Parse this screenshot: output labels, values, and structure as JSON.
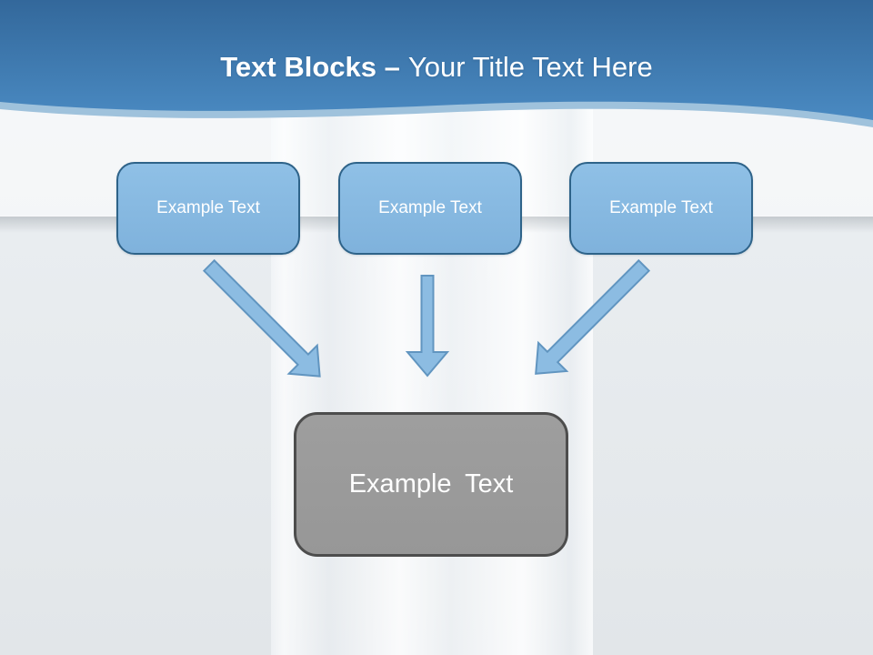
{
  "slide": {
    "title_strong": "Text Blocks –",
    "title_light": "Your Title Text Here"
  },
  "diagram": {
    "source_boxes": [
      {
        "label": "Example Text"
      },
      {
        "label": "Example Text"
      },
      {
        "label": "Example Text"
      }
    ],
    "arrows": [
      {
        "name": "down-right-arrow"
      },
      {
        "name": "down-arrow"
      },
      {
        "name": "down-left-arrow"
      }
    ],
    "target_box": {
      "label": "Example Text"
    }
  },
  "colors": {
    "header_top": "#33689B",
    "header_bottom": "#4A8AC2",
    "header_stripe": "#9FC2DC",
    "box_fill": "#7FB2DC",
    "box_fill_light": "#8FC0E6",
    "box_border": "#2E6389",
    "box_text": "#FFFFFF",
    "arrow_fill": "#8CBCE2",
    "arrow_stroke": "#6195C0",
    "target_fill": "#979797",
    "target_border": "#4D4D4D",
    "target_text": "#FFFFFF",
    "background": "#E8ECEF"
  }
}
